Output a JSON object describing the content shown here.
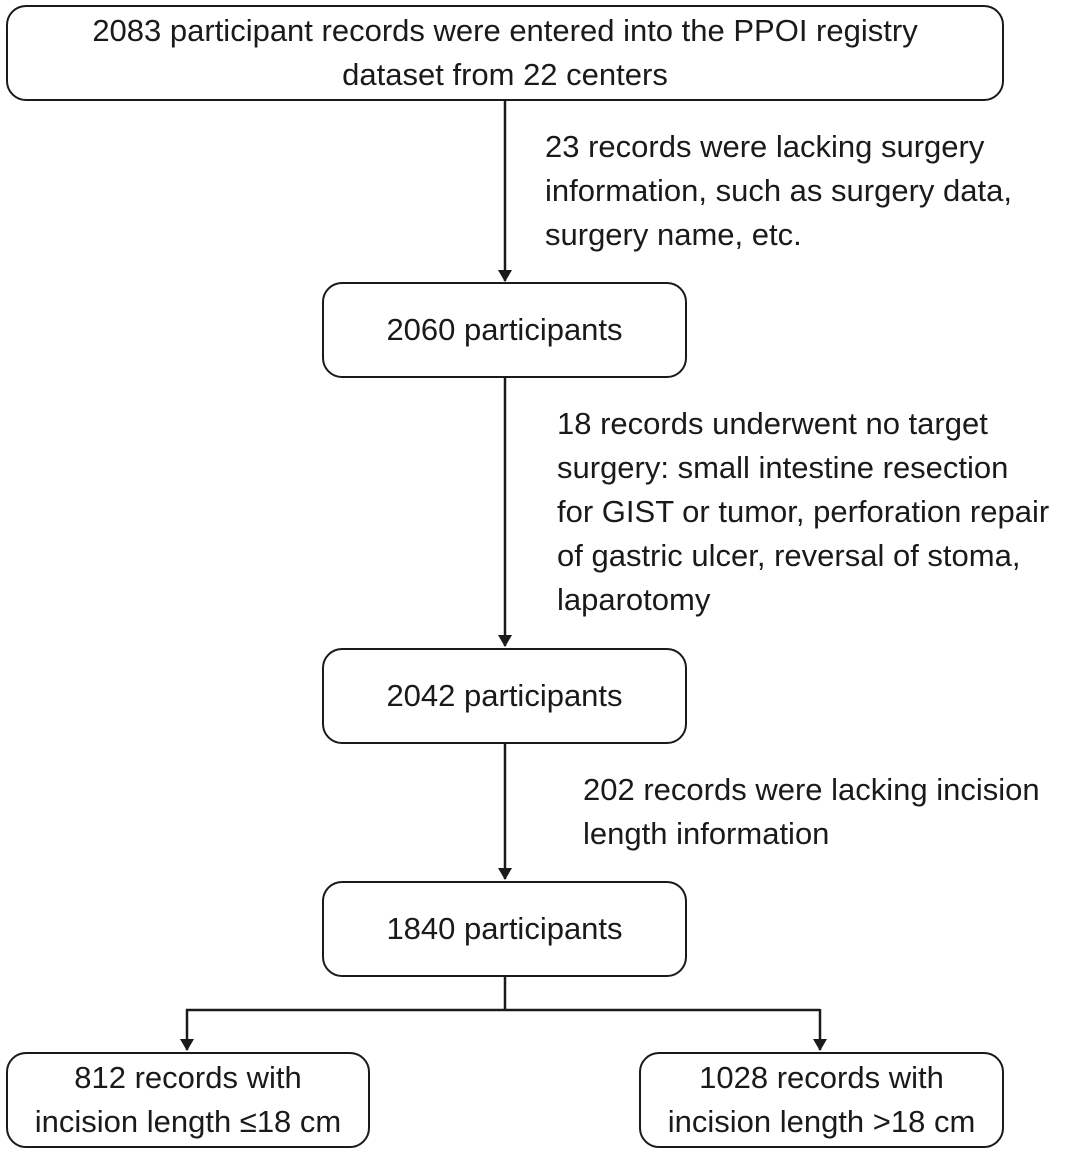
{
  "nodes": {
    "registry": {
      "lines": [
        "2083 participant records were entered into the PPOI registry",
        "dataset from 22 centers"
      ]
    },
    "n2060": {
      "lines": [
        "2060 participants"
      ]
    },
    "n2042": {
      "lines": [
        "2042 participants"
      ]
    },
    "n1840": {
      "lines": [
        "1840 participants"
      ]
    },
    "short": {
      "lines": [
        "812 records with",
        "incision length ≤18 cm"
      ]
    },
    "long": {
      "lines": [
        "1028 records with",
        "incision length >18 cm"
      ]
    }
  },
  "exclusions": {
    "e1": {
      "lines": [
        "23 records were lacking surgery",
        "information, such as surgery data,",
        "surgery name, etc."
      ]
    },
    "e2": {
      "lines": [
        "18 records underwent no target",
        "surgery: small intestine resection",
        "for GIST or tumor, perforation repair",
        "of gastric ulcer, reversal of stoma,",
        "laparotomy"
      ]
    },
    "e3": {
      "lines": [
        "202 records were lacking incision",
        "length information"
      ]
    }
  }
}
